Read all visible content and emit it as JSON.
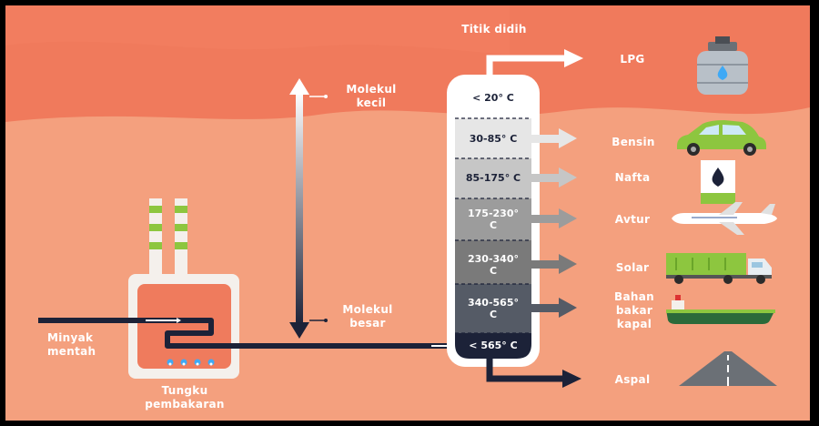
{
  "title": "Titik didih",
  "furnace": {
    "input_label": "Minyak\nmentah",
    "name": "Tungku\npembakaran"
  },
  "molecule_scale": {
    "top": "Molekul\nkecil",
    "bottom": "Molekul\nbesar"
  },
  "fractions": [
    {
      "temp": "< 20° C",
      "product": "LPG",
      "icon": "gas-cylinder-icon"
    },
    {
      "temp": "30-85° C",
      "product": "Bensin",
      "icon": "car-icon"
    },
    {
      "temp": "85-175° C",
      "product": "Nafta",
      "icon": "oil-drop-icon"
    },
    {
      "temp": "175-230°\nC",
      "product": "Avtur",
      "icon": "airplane-icon"
    },
    {
      "temp": "230-340°\nC",
      "product": "Solar",
      "icon": "truck-icon"
    },
    {
      "temp": "340-565°\nC",
      "product": "Bahan\nbakar\nkapal",
      "icon": "ship-icon"
    },
    {
      "temp": "< 565° C",
      "product": "Aspal",
      "icon": "road-icon"
    }
  ],
  "colors": {
    "background": "#f4a07e",
    "sky_band": "#f07a5c",
    "pipe": "#1c2238",
    "furnace_body": "#ef7b5d",
    "chimney_stripe": "#8dc63f",
    "flame": "#3fa9f5"
  }
}
